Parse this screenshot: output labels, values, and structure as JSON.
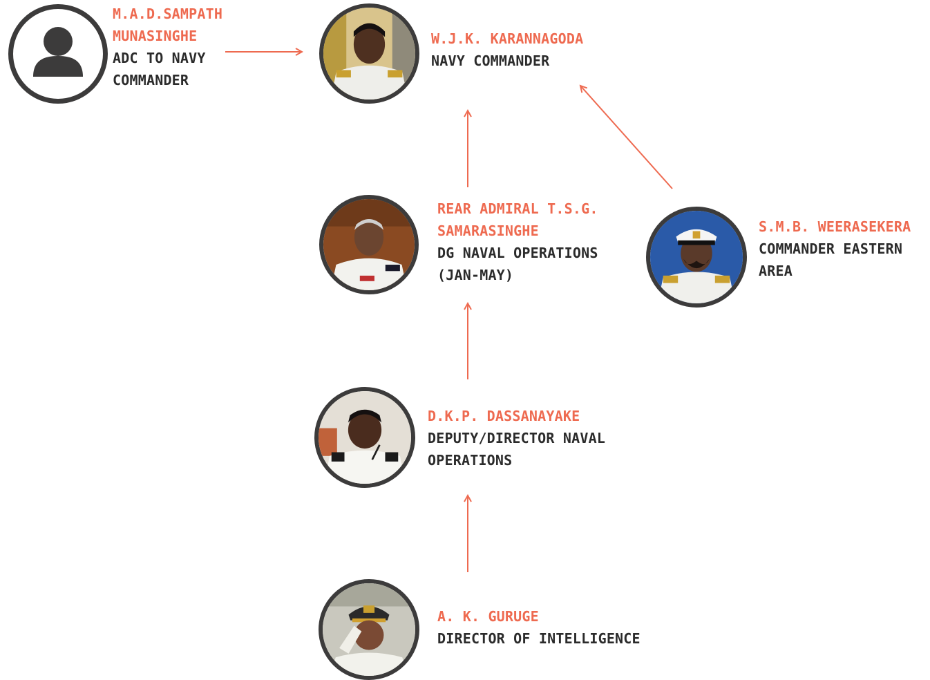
{
  "colors": {
    "accent": "#ee6a50",
    "text": "#2b2b2b",
    "ring": "#3c3b3b"
  },
  "people": {
    "sampath": {
      "name_lines": [
        "M.A.D.SAMPATH",
        "MUNASINGHE"
      ],
      "role_lines": [
        "ADC TO NAVY",
        "COMMANDER"
      ],
      "icon": "user-placeholder-icon"
    },
    "karannagoda": {
      "name_lines": [
        "W.J.K. KARANNAGODA"
      ],
      "role_lines": [
        "NAVY COMMANDER"
      ],
      "icon": "officer-portrait"
    },
    "samarasinghe": {
      "name_lines": [
        "REAR ADMIRAL T.S.G.",
        "SAMARASINGHE"
      ],
      "role_lines": [
        "DG NAVAL OPERATIONS",
        "(JAN-MAY)"
      ],
      "icon": "officer-portrait"
    },
    "weerasekera": {
      "name_lines": [
        "S.M.B. WEERASEKERA"
      ],
      "role_lines": [
        "COMMANDER EASTERN",
        "AREA"
      ],
      "icon": "officer-portrait"
    },
    "dassanayake": {
      "name_lines": [
        "D.K.P. DASSANAYAKE"
      ],
      "role_lines": [
        "DEPUTY/DIRECTOR NAVAL",
        "OPERATIONS"
      ],
      "icon": "officer-portrait"
    },
    "guruge": {
      "name_lines": [
        "A. K. GURUGE"
      ],
      "role_lines": [
        "DIRECTOR OF INTELLIGENCE"
      ],
      "icon": "officer-portrait"
    }
  }
}
